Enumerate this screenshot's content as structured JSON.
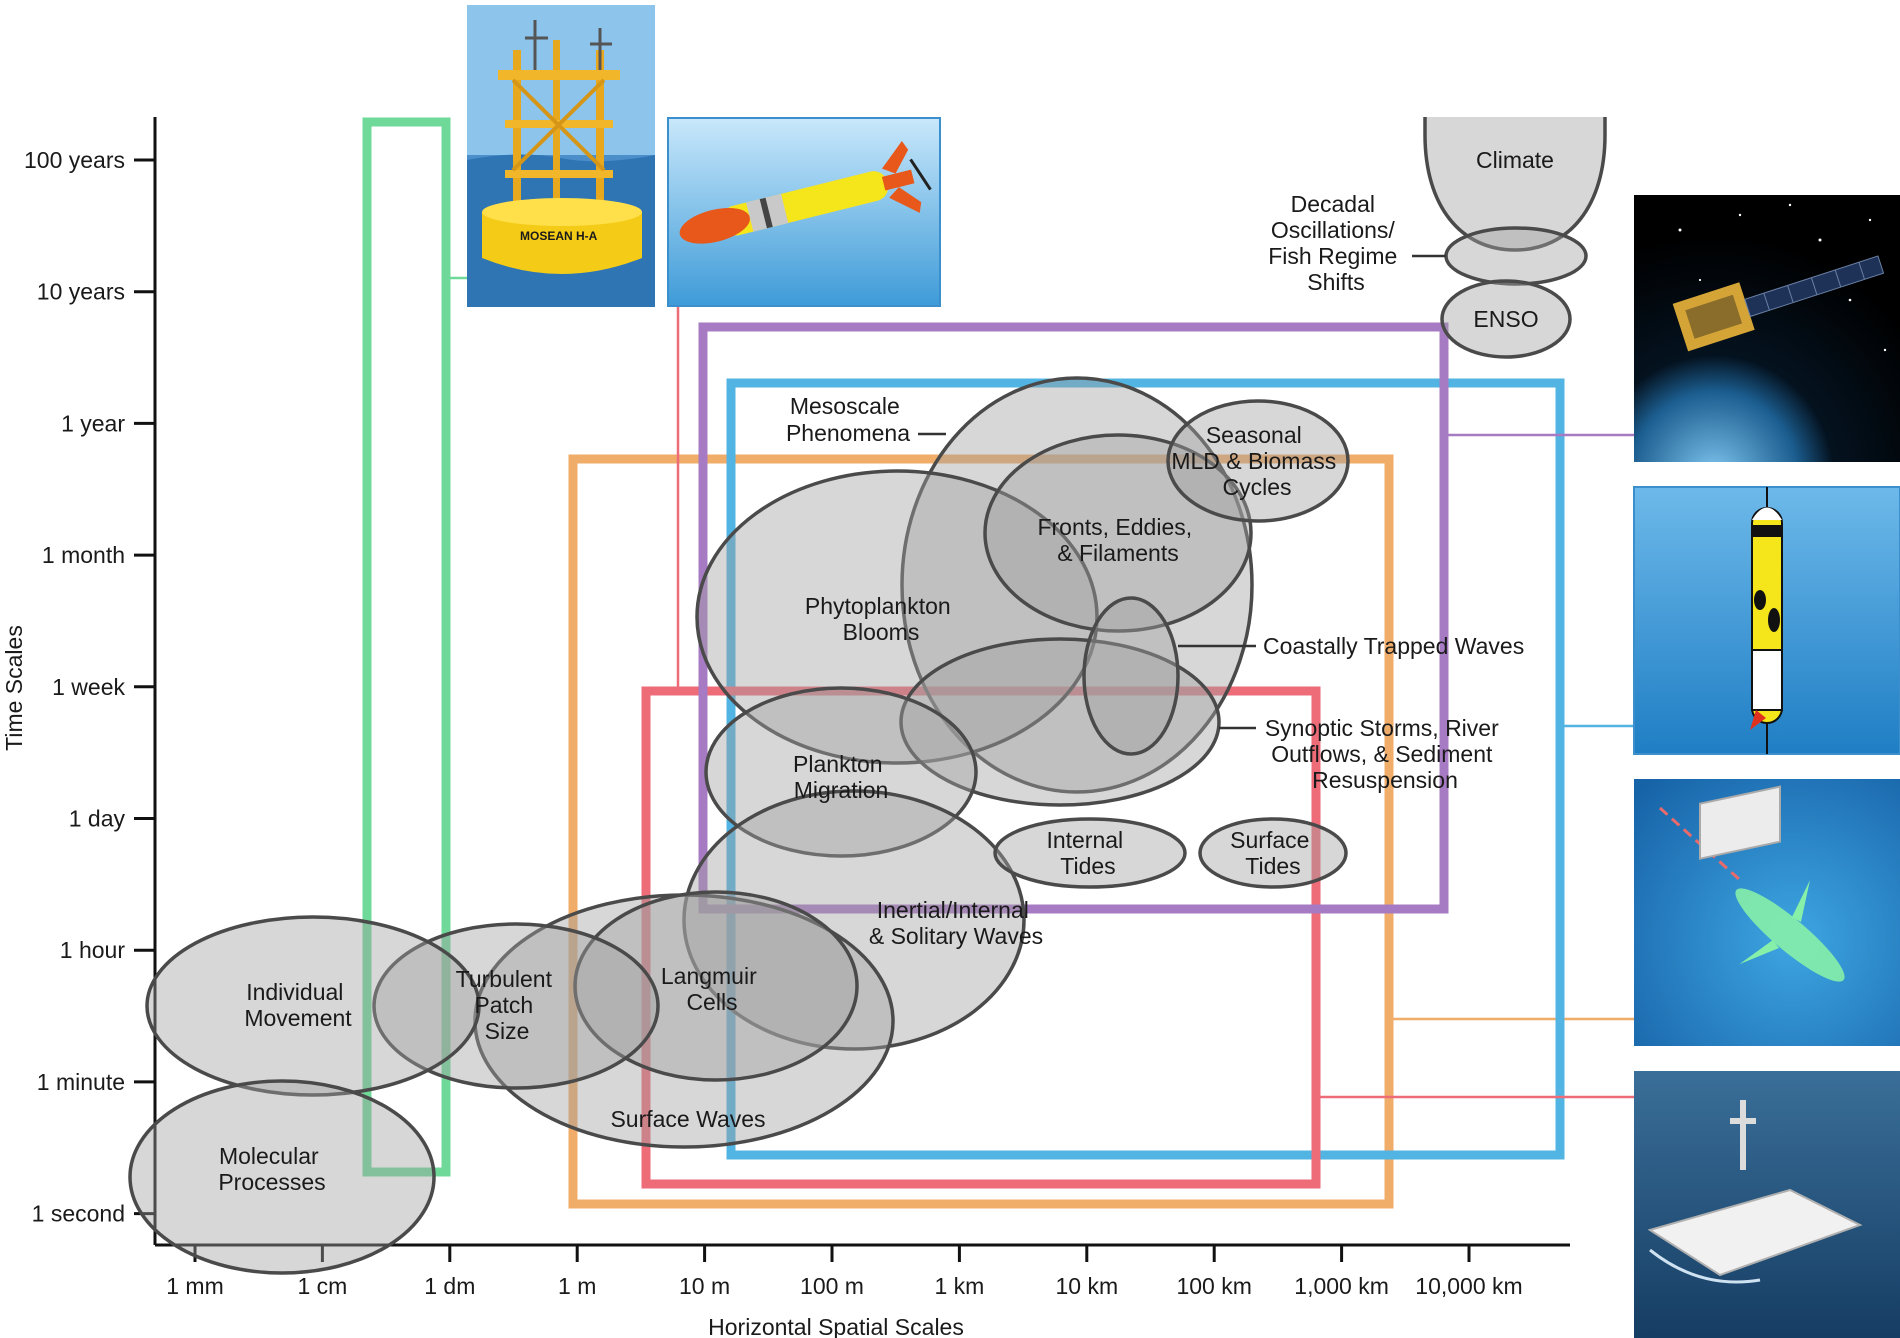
{
  "axes": {
    "y_title": "Time Scales",
    "x_title": "Horizontal Spatial Scales",
    "y_ticks": [
      "100 years",
      "10 years",
      "1 year",
      "1 month",
      "1 week",
      "1 day",
      "1 hour",
      "1 minute",
      "1 second"
    ],
    "x_ticks": [
      "1 mm",
      "1 cm",
      "1 dm",
      "1 m",
      "10 m",
      "100 m",
      "1 km",
      "10 km",
      "100 km",
      "1,000 km",
      "10,000 km"
    ]
  },
  "processes": {
    "climate": "Climate",
    "decadal": [
      "Decadal",
      "Oscillations/",
      "Fish Regime",
      "Shifts"
    ],
    "enso": "ENSO",
    "mesoscale": [
      "Mesoscale",
      "Phenomena"
    ],
    "seasonal": [
      "Seasonal",
      "MLD & Biomass",
      "Cycles"
    ],
    "fronts": [
      "Fronts, Eddies,",
      "& Filaments"
    ],
    "phytoplankton": [
      "Phytoplankton",
      "Blooms"
    ],
    "coastal": "Coastally Trapped Waves",
    "synoptic": [
      "Synoptic Storms, River",
      "Outflows, & Sediment",
      "Resuspension"
    ],
    "plankton_migration": [
      "Plankton",
      "Migration"
    ],
    "internal_tides": [
      "Internal",
      "Tides"
    ],
    "surface_tides": [
      "Surface",
      "Tides"
    ],
    "inertial": [
      "Inertial/Internal",
      "& Solitary Waves"
    ],
    "langmuir": [
      "Langmuir",
      "Cells"
    ],
    "turbulent": [
      "Turbulent",
      "Patch",
      "Size"
    ],
    "individual": [
      "Individual",
      "Movement"
    ],
    "surface_waves": "Surface Waves",
    "molecular": [
      "Molecular",
      "Processes"
    ]
  },
  "platform_photos": {
    "buoy_marking": "MOSEAN H-A"
  },
  "colors": {
    "mooring": "#6fd99a",
    "auv": "#ee6b78",
    "satellite": "#a77bc3",
    "glider": "#52b4e2",
    "float": "#f0ad6a",
    "ellipse_fill": "#a0a0a0",
    "ellipse_stroke": "#4a4a4a"
  },
  "icons": [
    "buoy-photo",
    "auv-photo",
    "satellite-photo",
    "glider-photo",
    "float-photo",
    "ship-photo"
  ]
}
